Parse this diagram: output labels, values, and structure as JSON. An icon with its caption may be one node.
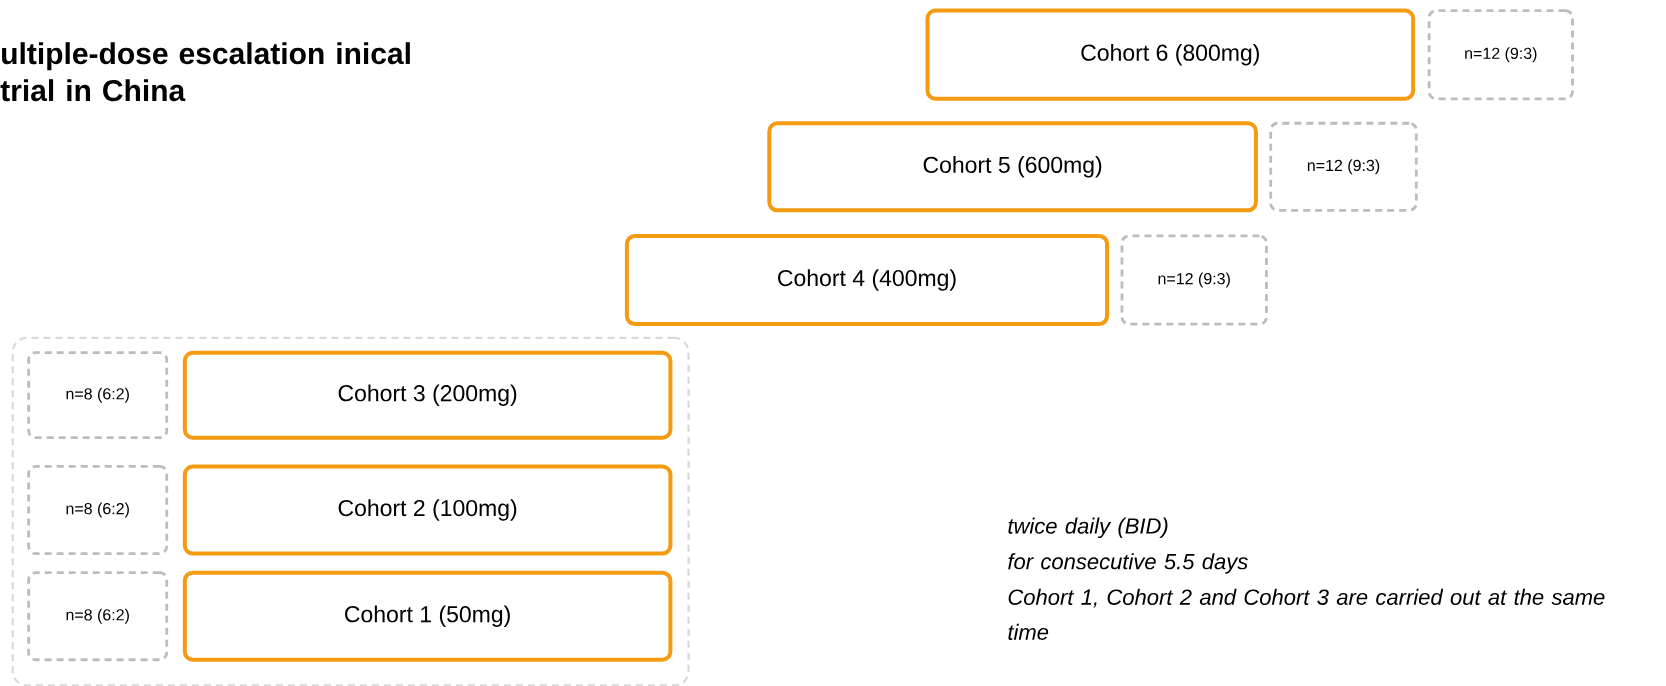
{
  "diagram": {
    "title": "ultiple-dose escalation inical trial in China",
    "nodes": [
      {
        "text": [
          "Cohort 6 (800mg)"
        ]
      },
      {
        "text": [
          "n=12 (9:3)"
        ]
      },
      {
        "text": [
          "Cohort 5 (600mg)"
        ]
      },
      {
        "text": [
          "n=12 (9:3)"
        ]
      },
      {
        "text": [
          "Cohort 4 (400mg)"
        ]
      },
      {
        "text": [
          "n=12 (9:3)"
        ]
      },
      {
        "text": [],
        "shape": "box"
      },
      {
        "text": [
          "n=8 (6:2)"
        ],
        "in": 6
      },
      {
        "text": [
          "Cohort 3 (200mg)"
        ],
        "in": 6
      },
      {
        "text": [
          "n=8 (6:2)"
        ],
        "in": 6
      },
      {
        "text": [
          "Cohort 2 (100mg)"
        ],
        "in": 6
      },
      {
        "text": [
          "n=8 (6:2)"
        ],
        "in": 6
      },
      {
        "text": [
          "Cohort 1 (50mg)"
        ],
        "in": 6
      }
    ],
    "labels": [
      "twice daily (BID)",
      "for  consecutive 5.5 days",
      "Cohort 1, Cohort 2 and Cohort 3 are carried out at the same time"
    ]
  }
}
